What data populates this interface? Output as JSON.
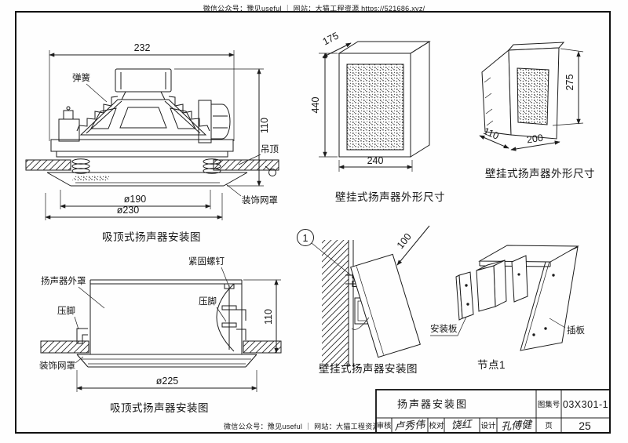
{
  "watermark": {
    "text": "微信公众号：豫见useful ｜ 网站：大猫工程资源 https://521686.xyz/",
    "color": "#8a97c6"
  },
  "d1": {
    "caption": "吸顶式扬声器安装图",
    "dim_width": "232",
    "dim_height": "110",
    "dim_dia_inner": "ø190",
    "dim_dia_outer": "ø230",
    "label_spring": "弹簧",
    "label_ceiling": "吊顶",
    "label_mesh": "装饰网罩"
  },
  "d2": {
    "caption": "壁挂式扬声器外形尺寸",
    "dim_depth": "175",
    "dim_height": "440",
    "dim_width": "240"
  },
  "d3": {
    "caption": "壁挂式扬声器外形尺寸",
    "dim_height": "275",
    "dim_depth": "110",
    "dim_width": "200"
  },
  "d4": {
    "caption": "吸顶式扬声器安装图",
    "label_cover": "扬声器外罩",
    "label_screw": "紧固螺钉",
    "label_foot_left": "压脚",
    "label_foot_right": "压脚",
    "label_mesh": "装饰网罩",
    "dim_height": "110",
    "dim_dia": "ø225"
  },
  "d5": {
    "caption": "壁挂式扬声器安装图",
    "detail_ref": "1",
    "dim_offset": "100"
  },
  "d6": {
    "caption": "节点1",
    "label_mount_plate": "安装板",
    "label_insert_plate": "插板"
  },
  "title_block": {
    "drawing_title": "扬声器安装图",
    "atlas_label": "图集号",
    "atlas_no": "03X301-1",
    "page_label": "页",
    "page_no": "25",
    "review_label": "审核",
    "review_sig": "卢秀伟",
    "check_label": "校对",
    "check_sig": "饶红",
    "design_label": "设计",
    "design_sig": "孔傅健"
  }
}
